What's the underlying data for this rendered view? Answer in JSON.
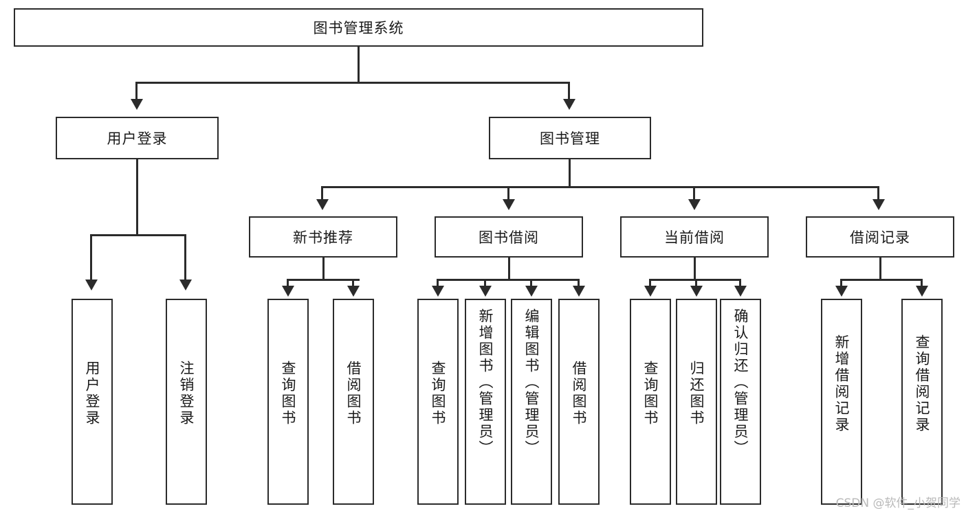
{
  "diagram": {
    "title": "图书管理系统",
    "type": "功能结构图",
    "root": {
      "label": "图书管理系统"
    },
    "level1": [
      {
        "label": "用户登录"
      },
      {
        "label": "图书管理"
      }
    ],
    "level2": [
      {
        "label": "新书推荐"
      },
      {
        "label": "图书借阅"
      },
      {
        "label": "当前借阅"
      },
      {
        "label": "借阅记录"
      }
    ],
    "leaves": {
      "user_login": [
        {
          "label": "用户登录"
        },
        {
          "label": "注销登录"
        }
      ],
      "new_book_recommend": [
        {
          "label": "查询图书"
        },
        {
          "label": "借阅图书"
        }
      ],
      "book_borrow": [
        {
          "label": "查询图书"
        },
        {
          "label": "新增图书（管理员）"
        },
        {
          "label": "编辑图书（管理员）"
        },
        {
          "label": "借阅图书"
        }
      ],
      "current_borrow": [
        {
          "label": "查询图书"
        },
        {
          "label": "归还图书"
        },
        {
          "label": "确认归还（管理员）"
        }
      ],
      "borrow_record": [
        {
          "label": "新增借阅记录"
        },
        {
          "label": "查询借阅记录"
        }
      ]
    }
  },
  "watermark": {
    "text": "CSDN @软件_小贺同学"
  },
  "colors": {
    "stroke": "#2b2b2b",
    "fill": "#ffffff",
    "text": "#1a1a1a",
    "watermark": "#b9b9b9"
  }
}
